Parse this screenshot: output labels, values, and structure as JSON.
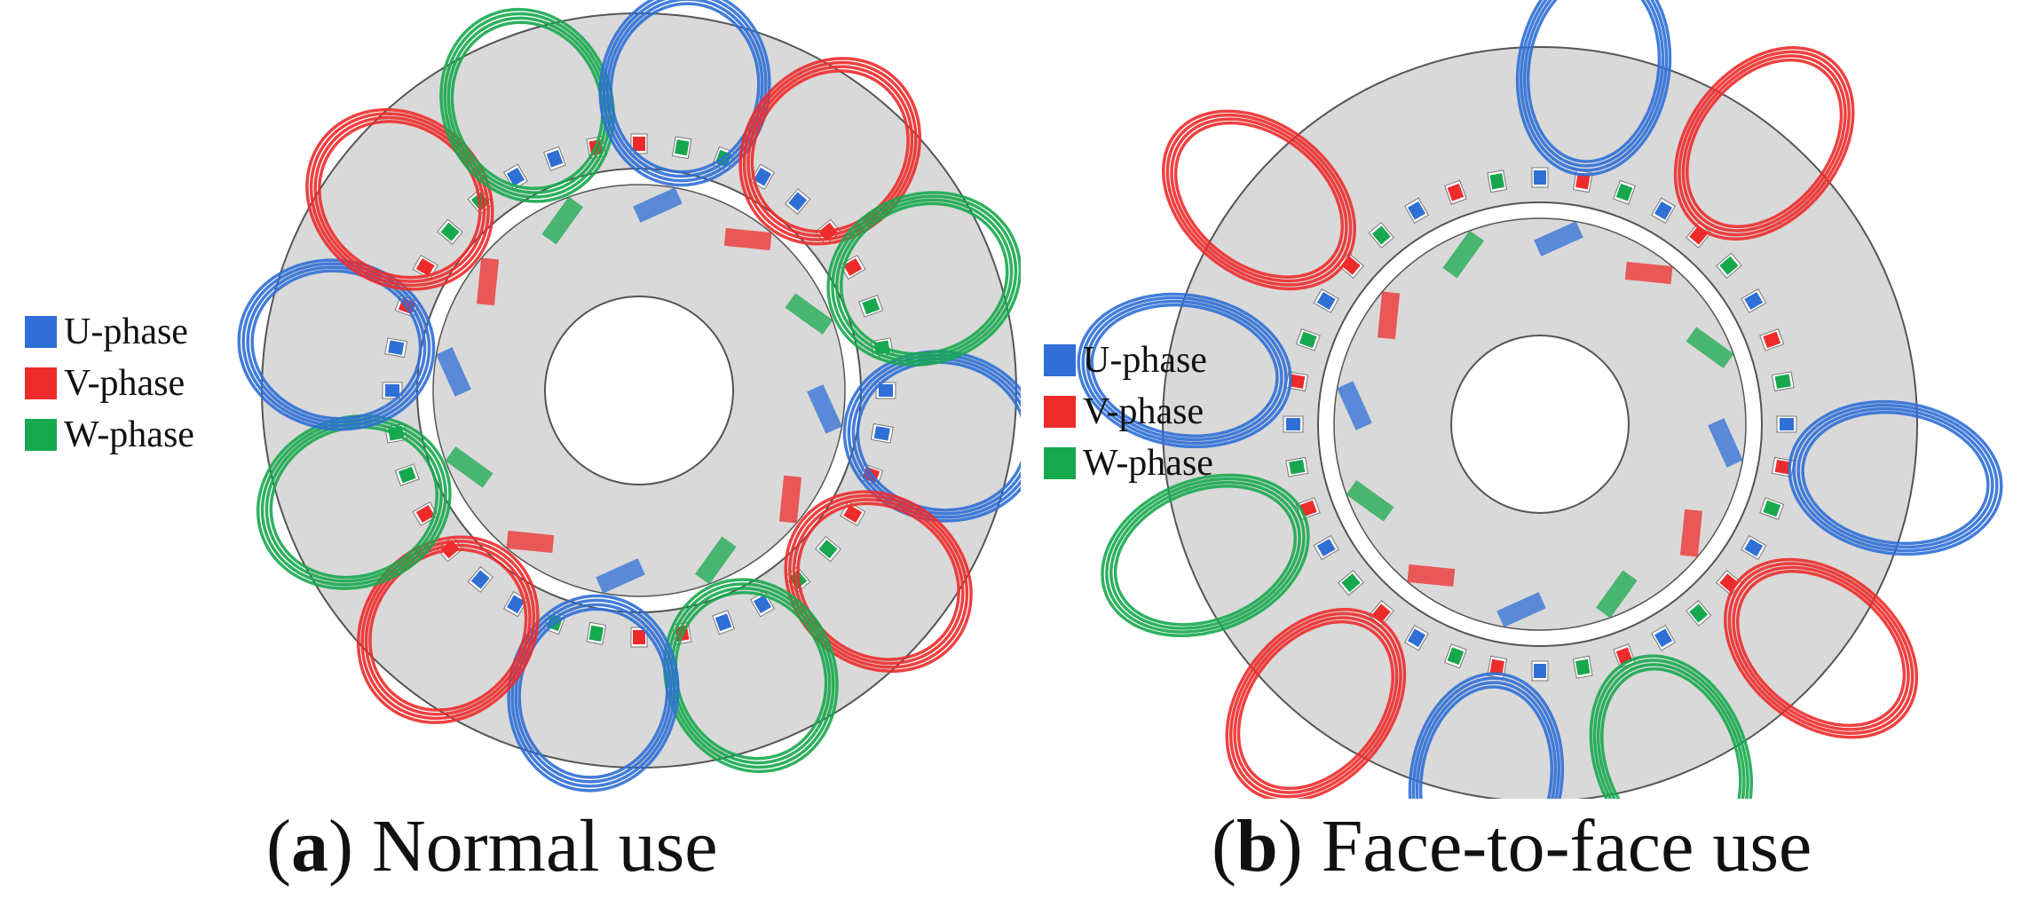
{
  "colors": {
    "u_phase": "#2f6fd6",
    "v_phase": "#ee2b2b",
    "w_phase": "#17a84e",
    "core": "#d9d9d9",
    "core_edge": "#555555"
  },
  "panels": [
    {
      "id": "a",
      "legend": [
        "U-phase",
        "V-phase",
        "W-phase"
      ],
      "caption": {
        "letter": "a",
        "open": "(",
        "close": ")",
        "text": " Normal use"
      }
    },
    {
      "id": "b",
      "legend": [
        "U-phase",
        "V-phase",
        "W-phase"
      ],
      "caption": {
        "letter": "b",
        "open": "(",
        "close": ")",
        "text": " Face-to-face use"
      }
    }
  ]
}
